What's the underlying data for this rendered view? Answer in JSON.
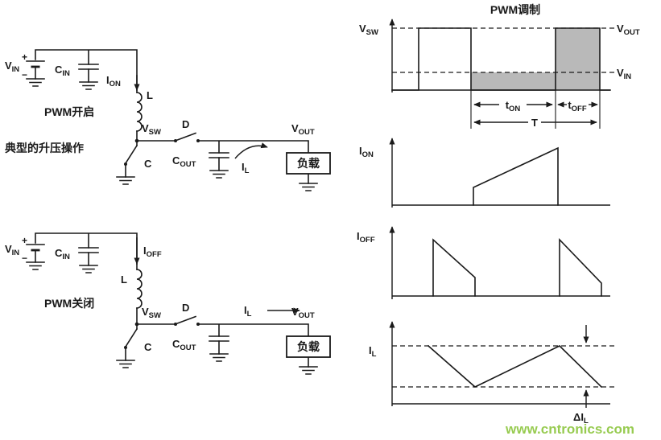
{
  "colors": {
    "line": "#1a1a1a",
    "shade": "#b9b9b9",
    "watermark": "#8cc63e",
    "background": "#ffffff"
  },
  "labels": {
    "v": "V",
    "c": "C",
    "i": "I",
    "l": "L",
    "d": "D",
    "t": "t",
    "sub_in": "IN",
    "sub_out": "OUT",
    "sub_sw": "SW",
    "sub_on": "ON",
    "sub_off": "OFF",
    "sub_l": "L",
    "plus": "+",
    "minus": "−",
    "period": "T",
    "delta_i": "ΔI",
    "load": "负载",
    "pwm_on": "PWM开启",
    "pwm_off": "PWM关闭",
    "boost_caption": "典型的升压操作",
    "pwm_title": "PWM调制"
  },
  "circuits": {
    "top": {
      "caption": "PWM开启",
      "subcaption": "典型的升压操作",
      "components": [
        "V_IN",
        "C_IN",
        "L",
        "V_SW",
        "C",
        "D",
        "C_OUT",
        "负载"
      ],
      "currents": [
        "I_ON",
        "I_L"
      ],
      "output": "V_OUT"
    },
    "bottom": {
      "caption": "PWM关闭",
      "components": [
        "V_IN",
        "C_IN",
        "L",
        "V_SW",
        "C",
        "D",
        "C_OUT",
        "负载"
      ],
      "currents": [
        "I_OFF",
        "I_L"
      ],
      "output": "V_OUT"
    }
  },
  "waveforms": {
    "pwm": {
      "title": "PWM调制",
      "y_axis": "V_SW",
      "high_ref": "V_OUT",
      "low_ref": "V_IN",
      "spans": [
        "t_ON",
        "t_OFF",
        "T"
      ],
      "shape": "square-wave"
    },
    "ion": {
      "y_axis": "I_ON",
      "shape": "rising-ramp during t_ON"
    },
    "ioff": {
      "y_axis": "I_OFF",
      "shape": "falling-sawtooth during t_OFF"
    },
    "il": {
      "y_axis": "I_L",
      "shape": "triangle between two dashed ripple bounds",
      "ripple": "ΔI_L"
    }
  },
  "watermark": {
    "text": "www.cntronics.com"
  }
}
